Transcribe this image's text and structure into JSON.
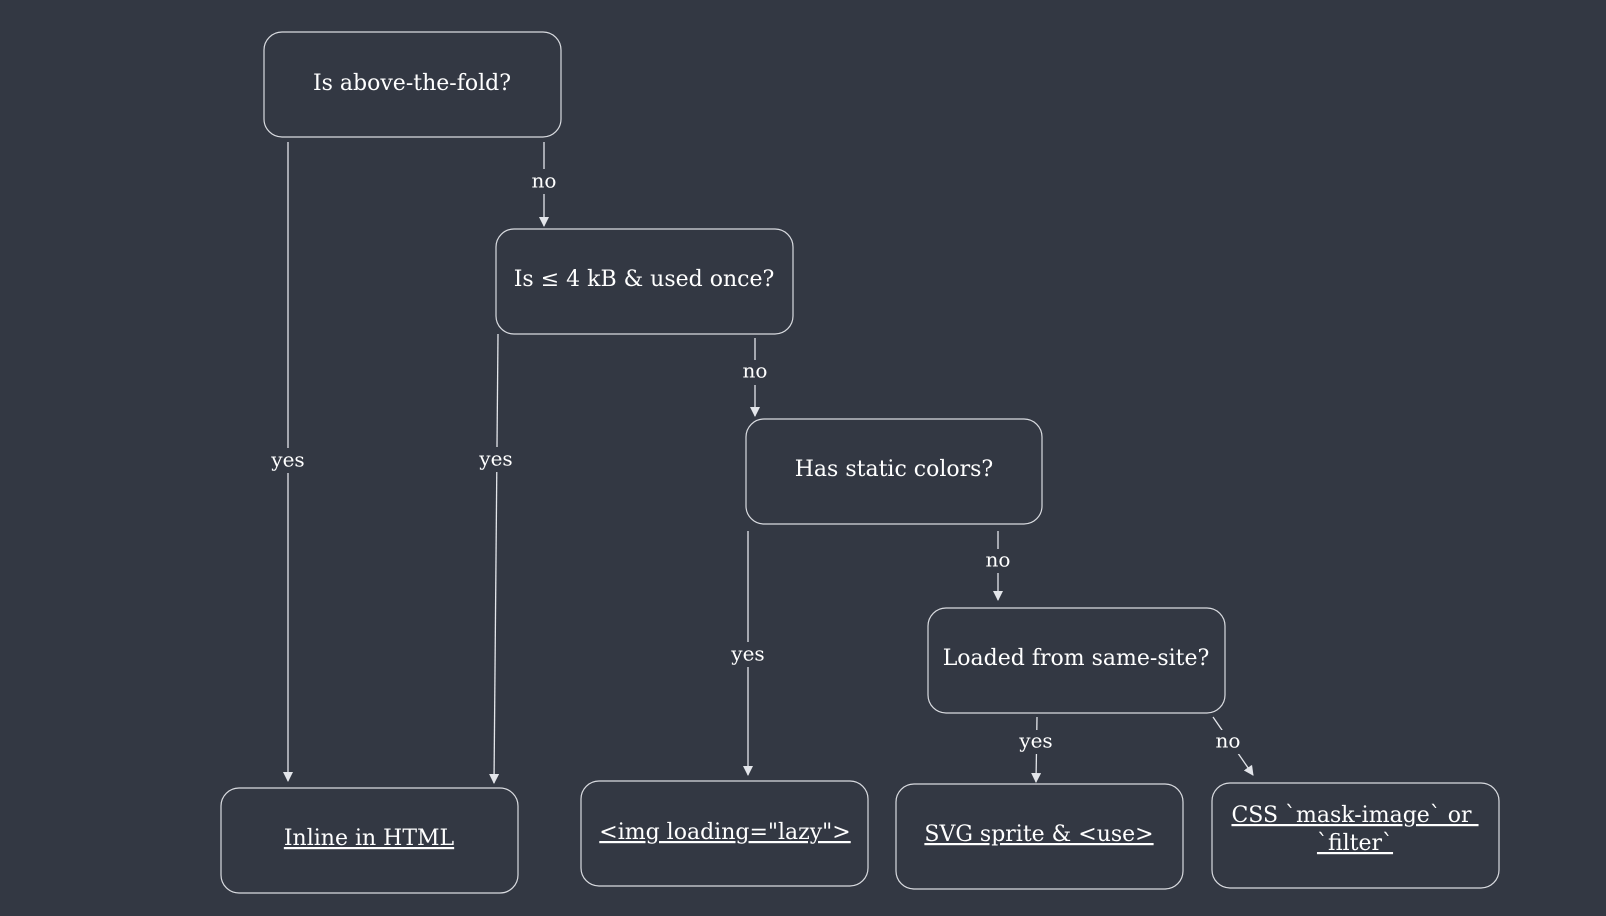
{
  "nodes": {
    "above_fold": {
      "label": "Is above-the-fold?"
    },
    "size_check": {
      "label": "Is ≤ 4 kB & used once?"
    },
    "static_colors": {
      "label": "Has static colors?"
    },
    "same_site": {
      "label": "Loaded from same-site?"
    },
    "inline_html": {
      "label": "Inline in HTML"
    },
    "img_lazy": {
      "label": "<img loading=\"lazy\">"
    },
    "svg_sprite": {
      "label": "SVG sprite & <use>"
    },
    "css_mask": {
      "lines": [
        "CSS `mask-image` or ",
        "`filter`"
      ]
    }
  },
  "edges": {
    "fold_no": {
      "label": "no"
    },
    "fold_yes": {
      "label": "yes"
    },
    "size_no": {
      "label": "no"
    },
    "size_yes": {
      "label": "yes"
    },
    "colors_yes": {
      "label": "yes"
    },
    "colors_no": {
      "label": "no"
    },
    "site_yes": {
      "label": "yes"
    },
    "site_no": {
      "label": "no"
    }
  },
  "colors": {
    "background": "#333843",
    "stroke": "#d9dbe0",
    "text": "#ffffff"
  }
}
